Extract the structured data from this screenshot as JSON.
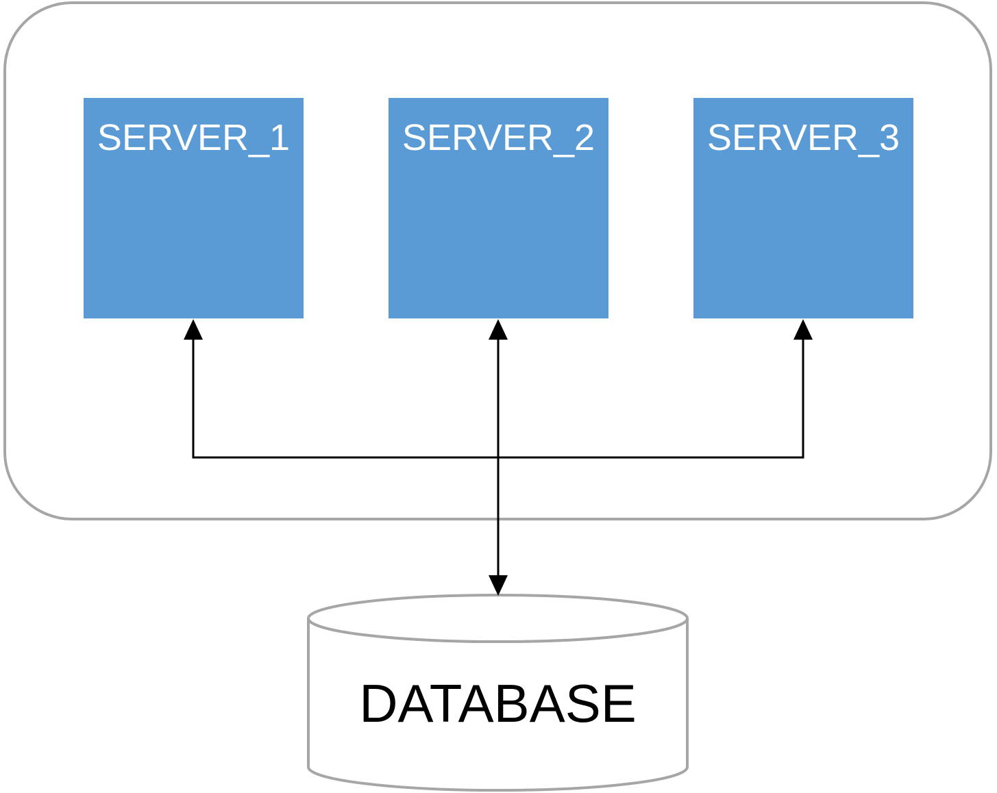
{
  "diagram": {
    "type": "architecture-diagram",
    "cluster": {
      "description": "rounded rectangle grouping the three servers"
    },
    "servers": [
      {
        "id": "server-1",
        "label": "SERVER_1"
      },
      {
        "id": "server-2",
        "label": "SERVER_2"
      },
      {
        "id": "server-3",
        "label": "SERVER_3"
      }
    ],
    "database": {
      "label": "DATABASE",
      "shape": "cylinder"
    },
    "connections": [
      {
        "from": "bus",
        "to": "server-1",
        "arrow": "up"
      },
      {
        "from": "bus",
        "to": "server-3",
        "arrow": "up"
      },
      {
        "from": "database",
        "to": "server-2",
        "arrow": "both"
      }
    ],
    "colors": {
      "server_fill": "#5B9BD5",
      "server_label": "#FFFFFF",
      "cluster_border": "#A6A6A6",
      "cylinder_border": "#A6A6A6",
      "cylinder_fill": "#FFFFFF",
      "connector": "#000000",
      "database_label": "#000000",
      "background": "#FFFFFF"
    }
  }
}
